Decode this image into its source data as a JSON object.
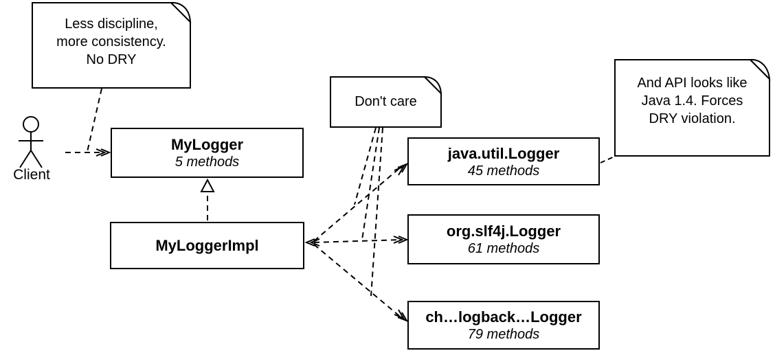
{
  "diagram": {
    "background": "#ffffff",
    "stroke": "#000000"
  },
  "actor": {
    "label": "Client"
  },
  "notes": {
    "discipline": {
      "text": "Less discipline,\nmore consistency.\nNo DRY"
    },
    "dont_care": {
      "text": "Don't care"
    },
    "api": {
      "text": "And API looks like\nJava 1.4. Forces\nDRY violation."
    }
  },
  "classes": {
    "mylogger": {
      "name": "MyLogger",
      "detail": "5 methods"
    },
    "myloggerimpl": {
      "name": "MyLoggerImpl"
    },
    "java_util": {
      "name": "java.util.Logger",
      "detail": "45 methods"
    },
    "slf4j": {
      "name": "org.slf4j.Logger",
      "detail": "61 methods"
    },
    "logback": {
      "name": "ch…logback…Logger",
      "detail": "79 methods"
    }
  },
  "relationships": [
    {
      "from": "Client",
      "to": "MyLogger",
      "type": "dashed-dependency-arrow"
    },
    {
      "from": "MyLoggerImpl",
      "to": "MyLogger",
      "type": "dashed-realization-triangle"
    },
    {
      "from": "MyLoggerImpl",
      "to": "java.util.Logger",
      "type": "dashed-dependency-arrow"
    },
    {
      "from": "MyLoggerImpl",
      "to": "org.slf4j.Logger",
      "type": "dashed-dependency-arrow"
    },
    {
      "from": "MyLoggerImpl",
      "to": "ch…logback…Logger",
      "type": "dashed-dependency-arrow"
    },
    {
      "note": "Less discipline, more consistency. No DRY",
      "attached_to": "Client to MyLogger arrow"
    },
    {
      "note": "Don't care",
      "attached_to": "three dependency arrows from MyLoggerImpl"
    },
    {
      "note": "And API looks like Java 1.4. Forces DRY violation.",
      "attached_to": "java.util.Logger"
    }
  ]
}
